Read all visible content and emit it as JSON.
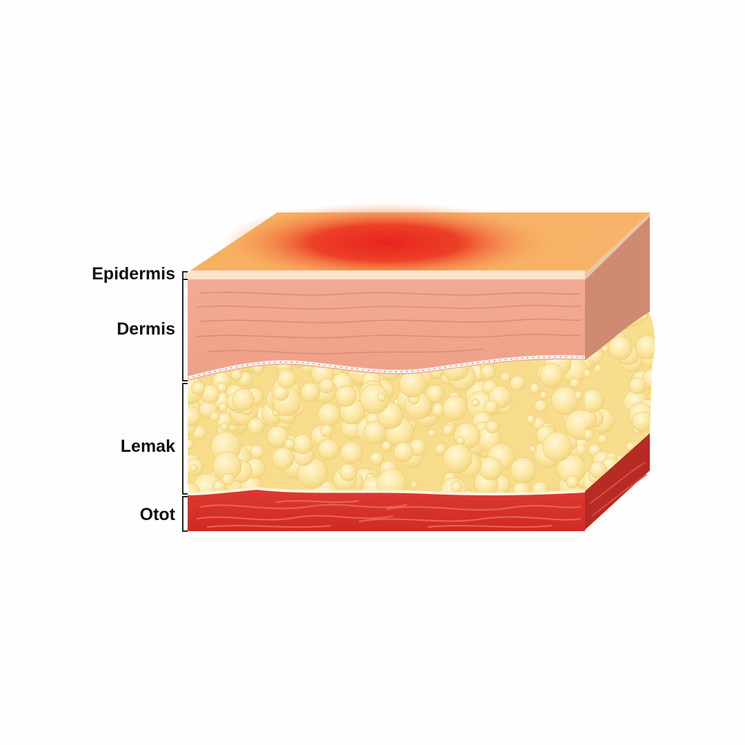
{
  "labels": {
    "epidermis": "Epidermis",
    "dermis": "Dermis",
    "lemak": "Lemak",
    "otot": "Otot"
  },
  "colors": {
    "epidermis_top": "#f6a55a",
    "redness": "#e8231f",
    "dermis": "#f0a58d",
    "fat": "#fbe6a0",
    "muscle": "#d6322a"
  }
}
